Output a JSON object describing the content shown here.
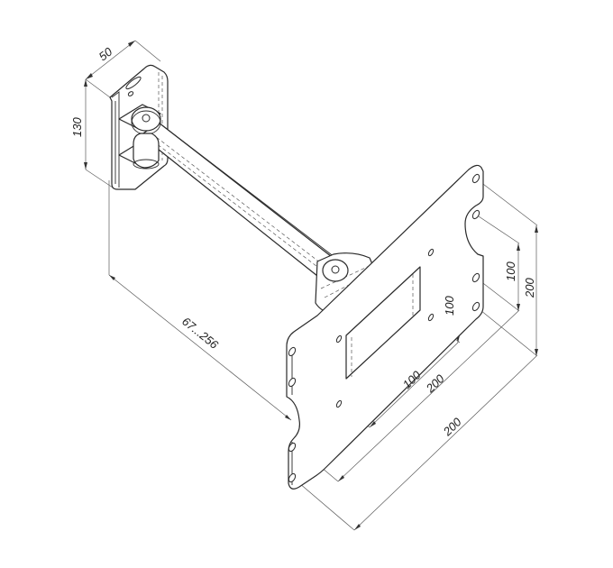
{
  "diagram": {
    "subject": "TV wall mount bracket with articulating arm",
    "line_color": "#2a2a2a",
    "dimension_color": "#5a5a5a",
    "components": {
      "wall_plate": "wall-plate",
      "arm": "swing-arm",
      "tilt_bracket": "tilt-bracket",
      "vesa_plate": "vesa-plate"
    },
    "dimensions": {
      "wall_plate_width": "50",
      "wall_plate_height": "130",
      "arm_extension": "67...256",
      "vesa_inner_vertical": "100",
      "vesa_inner_horizontal": "100",
      "vesa_outer_vertical_inner": "100",
      "vesa_outer_vertical": "200",
      "vesa_outer_horizontal_inner": "200",
      "vesa_outer_horizontal": "200"
    }
  }
}
